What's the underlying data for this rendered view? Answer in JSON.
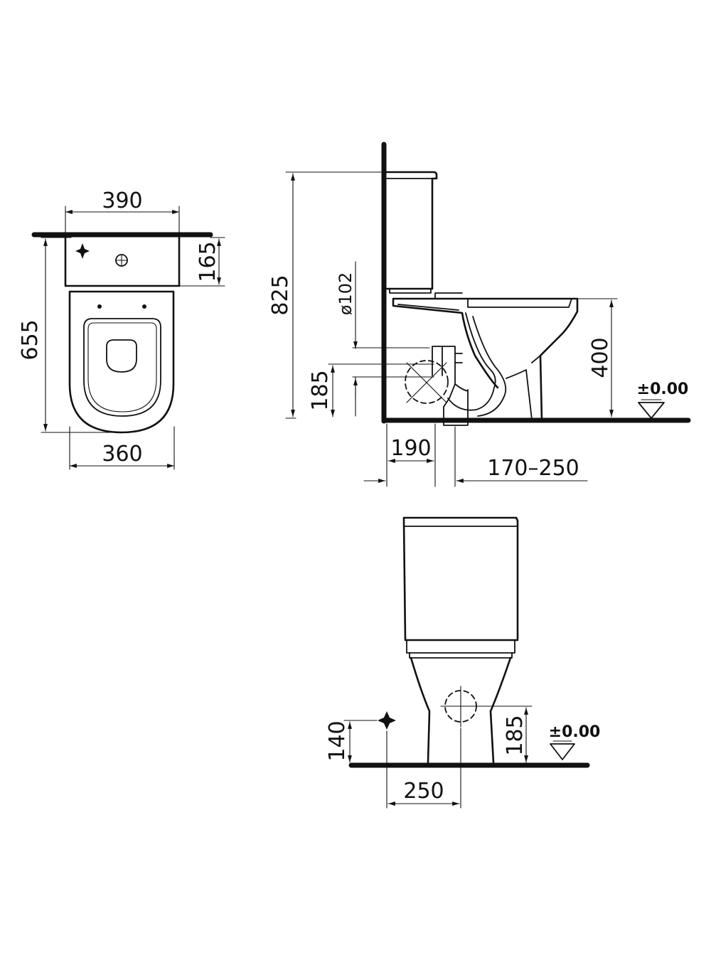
{
  "top_view": {
    "width_top": "390",
    "width_bottom": "360",
    "depth_total": "655",
    "depth_tank": "165"
  },
  "side_view": {
    "height_total": "825",
    "pipe_diameter": "ø102",
    "outlet_height": "185",
    "seat_height": "400",
    "floor_level": "±0.00",
    "wall_to_outlet": "190",
    "outlet_range": "170–250"
  },
  "front_view": {
    "inlet_height": "140",
    "outlet_height": "185",
    "inlet_offset": "250",
    "floor_level": "±0.00"
  }
}
